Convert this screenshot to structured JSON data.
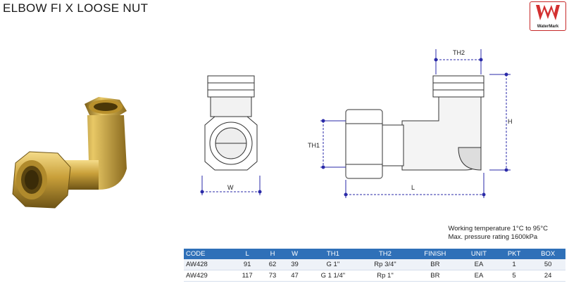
{
  "title": "ELBOW FI X LOOSE NUT",
  "watermark_label": "WaterMark",
  "dimension_labels": {
    "w": "W",
    "th1": "TH1",
    "th2": "TH2",
    "l": "L",
    "h": "H"
  },
  "notes": {
    "temperature": "Working temperature 1°C to 95°C",
    "pressure": "Max. pressure rating 1600kPa"
  },
  "table": {
    "headers": [
      "CODE",
      "L",
      "H",
      "W",
      "TH1",
      "TH2",
      "FINISH",
      "UNIT",
      "PKT",
      "BOX"
    ],
    "rows": [
      [
        "AW428",
        "91",
        "62",
        "39",
        "G 1\"",
        "Rp 3/4\"",
        "BR",
        "EA",
        "1",
        "50"
      ],
      [
        "AW429",
        "117",
        "73",
        "47",
        "G 1 1/4\"",
        "Rp 1\"",
        "BR",
        "EA",
        "5",
        "24"
      ]
    ]
  },
  "colors": {
    "header_blue": "#2f70b8",
    "dimension_blue": "#2a2aa8",
    "brass": "#c9a03a"
  }
}
